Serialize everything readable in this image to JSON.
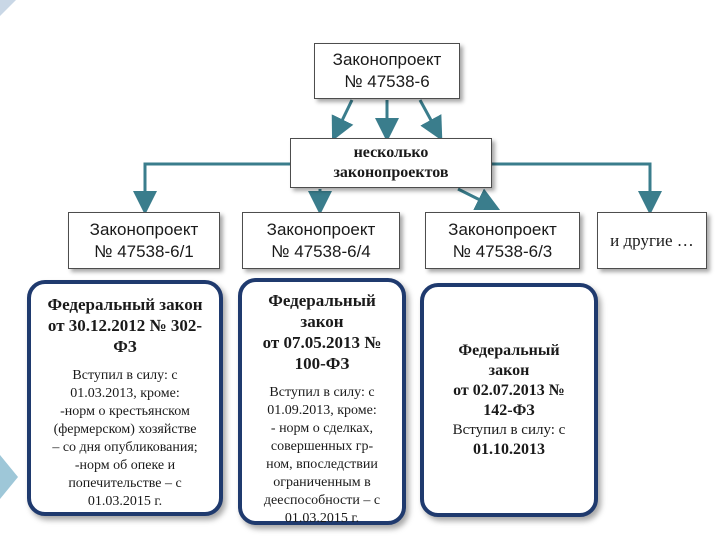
{
  "colors": {
    "law_border": "#1f3a6e",
    "connector": "#3a7d8c"
  },
  "root": {
    "line1": "Законопроект",
    "line2": "№ 47538-6"
  },
  "split": {
    "line1": "несколько",
    "line2": "законопроектов"
  },
  "bills": [
    {
      "line1": "Законопроект",
      "line2": "№ 47538-6/1"
    },
    {
      "line1": "Законопроект",
      "line2": "№ 47538-6/4"
    },
    {
      "line1": "Законопроект",
      "line2": "№ 47538-6/3"
    }
  ],
  "others": "и другие …",
  "laws": [
    {
      "title": [
        "Федеральный закон",
        "от 30.12.2012 № 302-",
        "ФЗ"
      ],
      "note": [
        "Вступил в силу: с",
        "01.03.2013, кроме:",
        "-норм о крестьянском",
        "(фермерском) хозяйстве",
        "– со дня опубликования;",
        "-норм об опеке и",
        "попечительстве – с",
        "01.03.2015 г."
      ]
    },
    {
      "title": [
        "Федеральный",
        "закон",
        "от 07.05.2013 №",
        "100-ФЗ"
      ],
      "note": [
        "Вступил в силу: с",
        "01.09.2013, кроме:",
        "- норм о сделках,",
        "совершенных гр-",
        "ном, впоследствии",
        "ограниченным в",
        "дееспособности – с",
        "01.03.2015 г."
      ]
    },
    {
      "title": [
        "Федеральный",
        "закон",
        "от 02.07.2013 №",
        "142-ФЗ"
      ],
      "note": [
        "Вступил в силу: с"
      ],
      "date": "01.10.2013"
    }
  ]
}
